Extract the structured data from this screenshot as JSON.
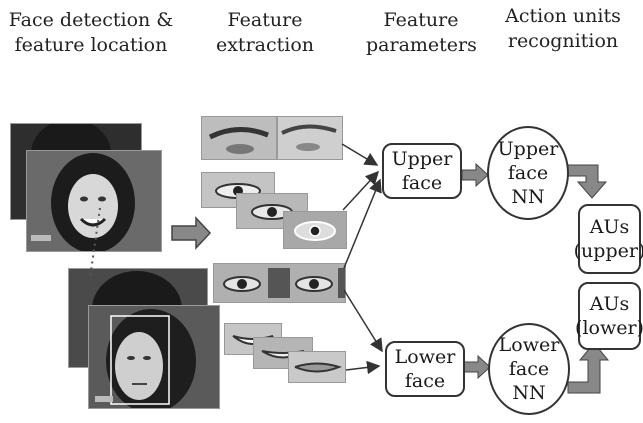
{
  "headers": {
    "detection": [
      "Face detection &",
      "feature location"
    ],
    "extraction": [
      "Feature",
      "extraction"
    ],
    "parameters": [
      "Feature",
      "parameters"
    ],
    "recognition": [
      "Action units",
      "recognition"
    ]
  },
  "boxes": {
    "upper_face": [
      "Upper",
      "face"
    ],
    "lower_face": [
      "Lower",
      "face"
    ],
    "upper_nn": [
      "Upper",
      "face",
      "NN"
    ],
    "lower_nn": [
      "Lower",
      "face",
      "NN"
    ],
    "aus_upper": [
      "AUs",
      "(upper)"
    ],
    "aus_lower": [
      "AUs",
      "(lower)"
    ]
  }
}
